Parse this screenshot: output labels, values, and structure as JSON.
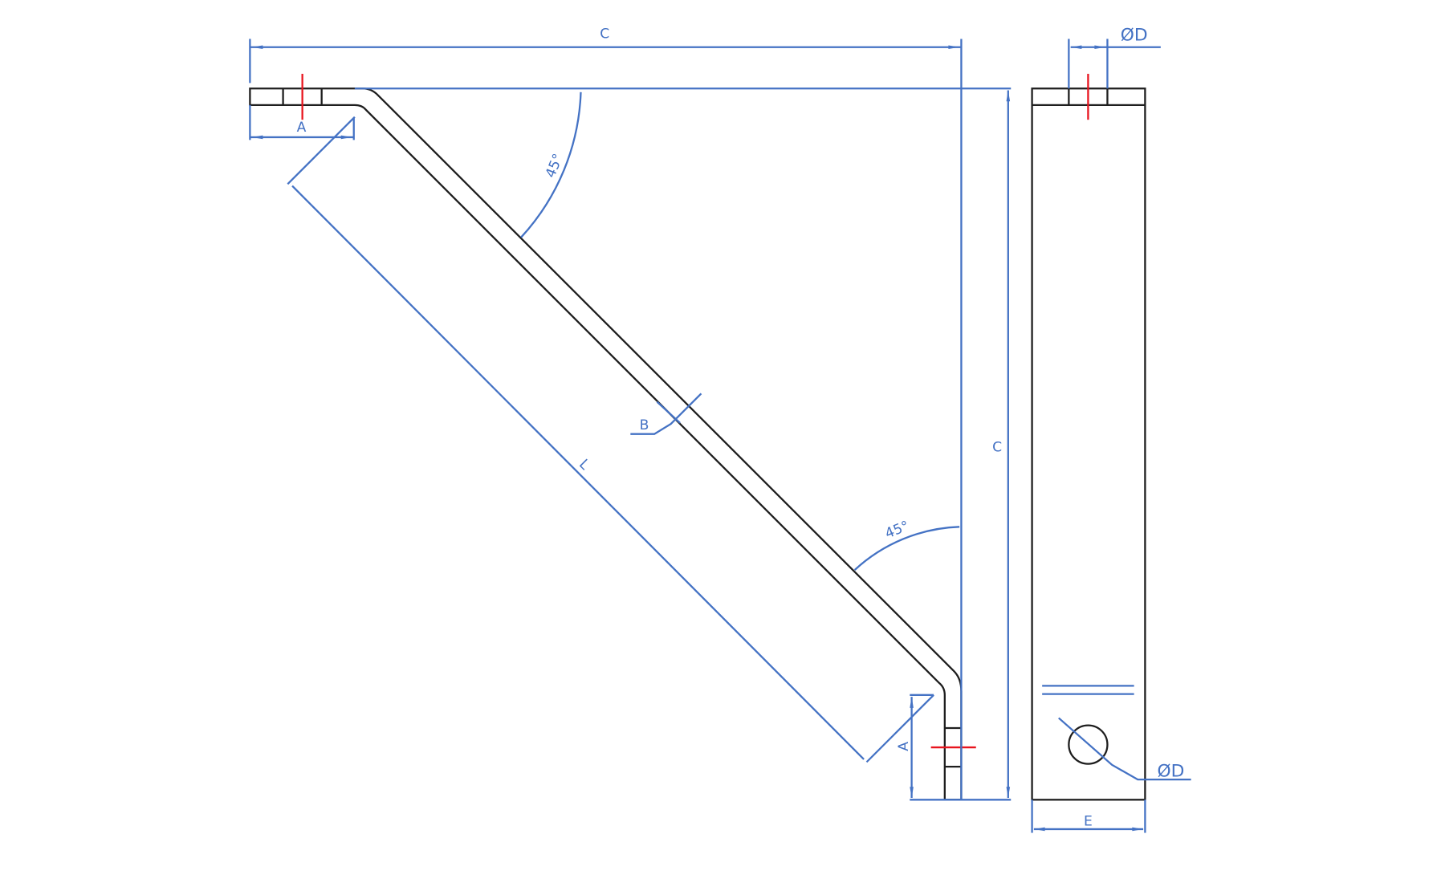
{
  "drawing": {
    "labels": {
      "overall_width": "C",
      "overall_height": "C",
      "flange_length_top": "A",
      "flange_length_bottom": "A",
      "thickness": "B",
      "brace_length": "L",
      "angle_top": "45°",
      "angle_bottom": "45°",
      "hole_diameter_top": "ØD",
      "hole_diameter_side": "ØD",
      "side_width": "E"
    },
    "colors": {
      "dimension": "#4472c4",
      "outline": "#1e1e1e",
      "centerline": "#e8141e"
    }
  }
}
